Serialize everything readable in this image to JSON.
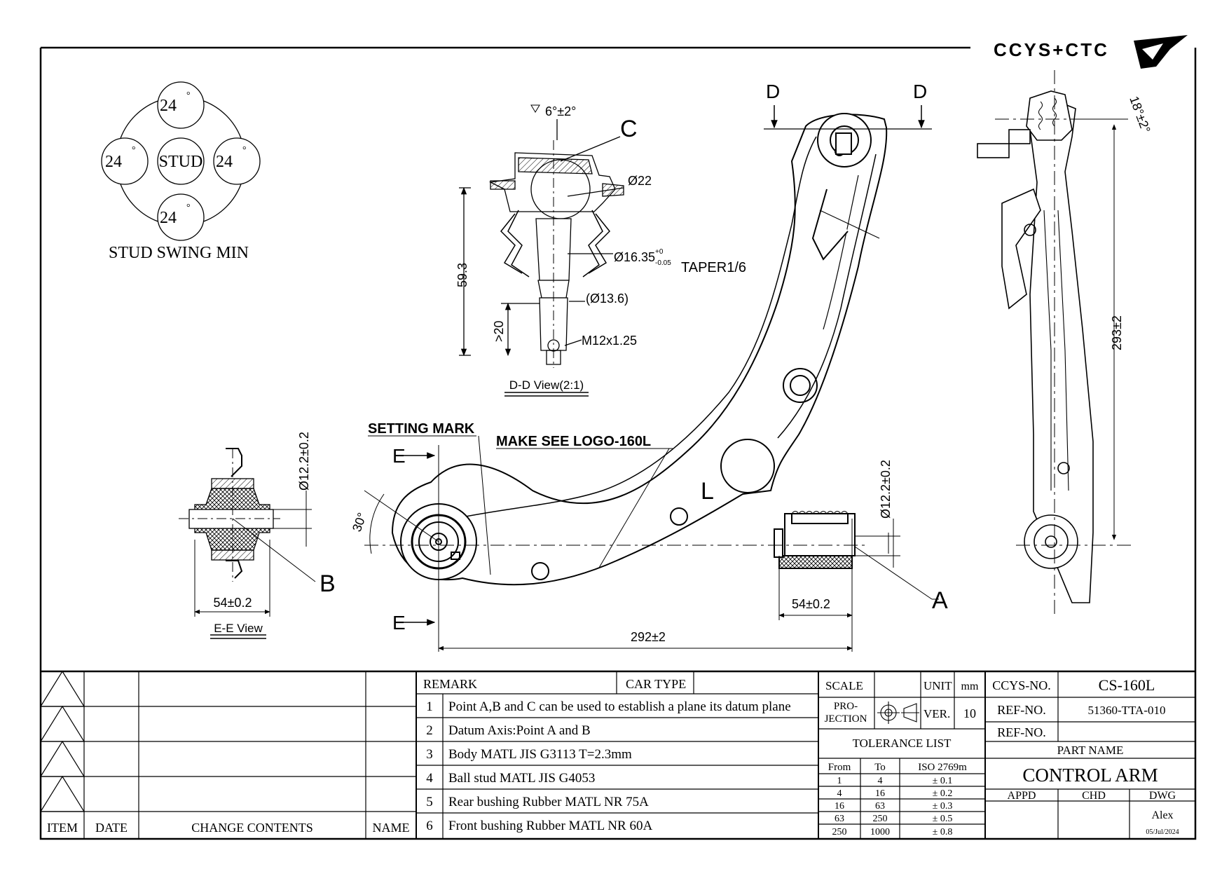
{
  "logo": {
    "text": "CCYS+CTC",
    "icon": "bird-wing-logo-icon"
  },
  "stud_swing": {
    "center": "STUD",
    "angles": [
      "24",
      "24",
      "24",
      "24"
    ],
    "degree_mark": "°",
    "caption": "STUD SWING MIN"
  },
  "section_dd": {
    "cut_label": "D",
    "angle_note": "6°±2°",
    "callout_c": "C",
    "dia_22": "Ø22",
    "taper_main": "Ø16.35",
    "taper_tol_upper": "+0",
    "taper_tol_lower": "-0.05",
    "taper_suffix": "TAPER1/6",
    "dia_13_6": "(Ø13.6)",
    "height_59_3": "59.3",
    "length_20": ">20",
    "thread": "M12x1.25",
    "title": "D-D View(2:1)"
  },
  "section_ee": {
    "cut_label": "E",
    "dia": "Ø12.2±0.2",
    "width": "54±0.2",
    "title": "E-E View",
    "callout_b": "B"
  },
  "main_view": {
    "setting_mark": "SETTING MARK",
    "make_see_logo": "MAKE SEE LOGO-160L",
    "side_mark": "L",
    "angle_30": "30°",
    "dim_292": "292±2",
    "dim_54": "54±0.2",
    "dia_right_bushing": "Ø12.2±0.2",
    "callout_a": "A"
  },
  "side_view": {
    "angle_18": "18°±2°",
    "dim_293": "293±2"
  },
  "revision_table": {
    "headers": [
      "ITEM",
      "DATE",
      "CHANGE CONTENTS",
      "NAME"
    ]
  },
  "remarks": {
    "header_remark": "REMARK",
    "header_car_type": "CAR TYPE",
    "items": [
      {
        "no": "1",
        "text": "Point A,B and C can be used to establish a plane its datum plane"
      },
      {
        "no": "2",
        "text": "Datum Axis:Point A and B"
      },
      {
        "no": "3",
        "text": "Body MATL JIS G3113  T=2.3mm"
      },
      {
        "no": "4",
        "text": "Ball stud MATL JIS G4053"
      },
      {
        "no": "5",
        "text": "Rear bushing Rubber MATL NR 75A"
      },
      {
        "no": "6",
        "text": "Front bushing Rubber MATL NR 60A"
      }
    ]
  },
  "scale_block": {
    "scale_label": "SCALE",
    "unit_label": "UNIT",
    "unit_value": "mm",
    "projection_line1": "PRO-",
    "projection_line2": "JECTION",
    "ver_label": "VER.",
    "ver_value": "10"
  },
  "tolerance": {
    "title": "TOLERANCE LIST",
    "headers": [
      "From",
      "To",
      "ISO 2769m"
    ],
    "rows": [
      [
        "1",
        "4",
        "± 0.1"
      ],
      [
        "4",
        "16",
        "± 0.2"
      ],
      [
        "16",
        "63",
        "± 0.3"
      ],
      [
        "63",
        "250",
        "± 0.5"
      ],
      [
        "250",
        "1000",
        "± 0.8"
      ]
    ]
  },
  "title_block": {
    "ccys_no_label": "CCYS-NO.",
    "ccys_no_value": "CS-160L",
    "ref_no_label": "REF-NO.",
    "ref_no_value": "51360-TTA-010",
    "ref_no2_label": "REF-NO.",
    "ref_no2_value": "",
    "part_name_label": "PART NAME",
    "part_name_value": "CONTROL ARM",
    "appd_label": "APPD",
    "chd_label": "CHD",
    "dwg_label": "DWG",
    "dwg_name": "Alex",
    "dwg_date": "05/Jul/2024"
  }
}
